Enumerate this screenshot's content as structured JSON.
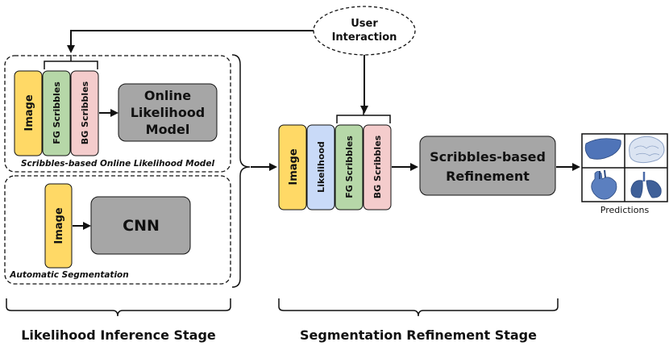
{
  "user_interaction": {
    "line1": "User",
    "line2": "Interaction"
  },
  "likelihood_model": {
    "image": "Image",
    "fg": "FG Scribbles",
    "bg": "BG Scribbles",
    "model_line1": "Online",
    "model_line2": "Likelihood",
    "model_line3": "Model",
    "caption": "Scribbles-based Online Likelihood Model"
  },
  "automatic": {
    "image": "Image",
    "cnn": "CNN",
    "caption": "Automatic Segmentation"
  },
  "refinement": {
    "image": "Image",
    "likelihood": "Likelihood",
    "fg": "FG Scribbles",
    "bg": "BG Scribbles",
    "box_line1": "Scribbles-based",
    "box_line2": "Refinement"
  },
  "predictions_label": "Predictions",
  "stages": {
    "left": "Likelihood Inference Stage",
    "right": "Segmentation Refinement Stage"
  },
  "colors": {
    "image": "#ffd966",
    "fg": "#b6d7a8",
    "bg": "#f4cccc",
    "likelihood": "#c9daf8",
    "gray_box": "#a6a6a6",
    "organ": "#5b7fbf"
  }
}
